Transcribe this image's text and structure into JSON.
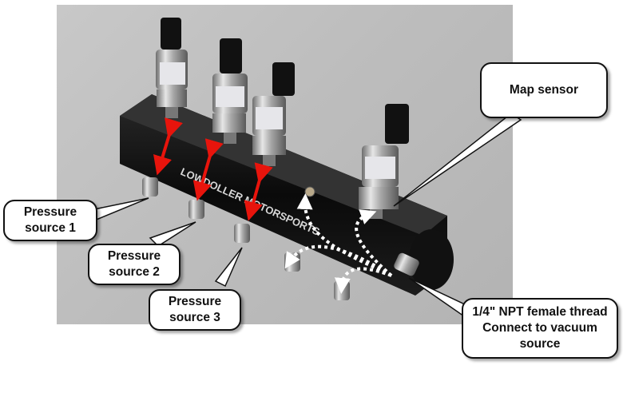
{
  "figure": {
    "description": "Pressure sensor manifold with four pressure transducers",
    "manifold_brand_text": "LOWDOLLER MOTORSPORTS",
    "callouts": {
      "pressure_source_1": [
        "Pressure",
        "source 1"
      ],
      "pressure_source_2": [
        "Pressure",
        "source 2"
      ],
      "pressure_source_3": [
        "Pressure",
        "source 3"
      ],
      "map_sensor": [
        "Map sensor"
      ],
      "vacuum_port": [
        "1/4\" NPT female thread",
        "Connect to vacuum",
        "source"
      ]
    },
    "arrow_colors": {
      "pressure_flow": "#e8140c",
      "vacuum_flow": "#ffffff"
    }
  }
}
